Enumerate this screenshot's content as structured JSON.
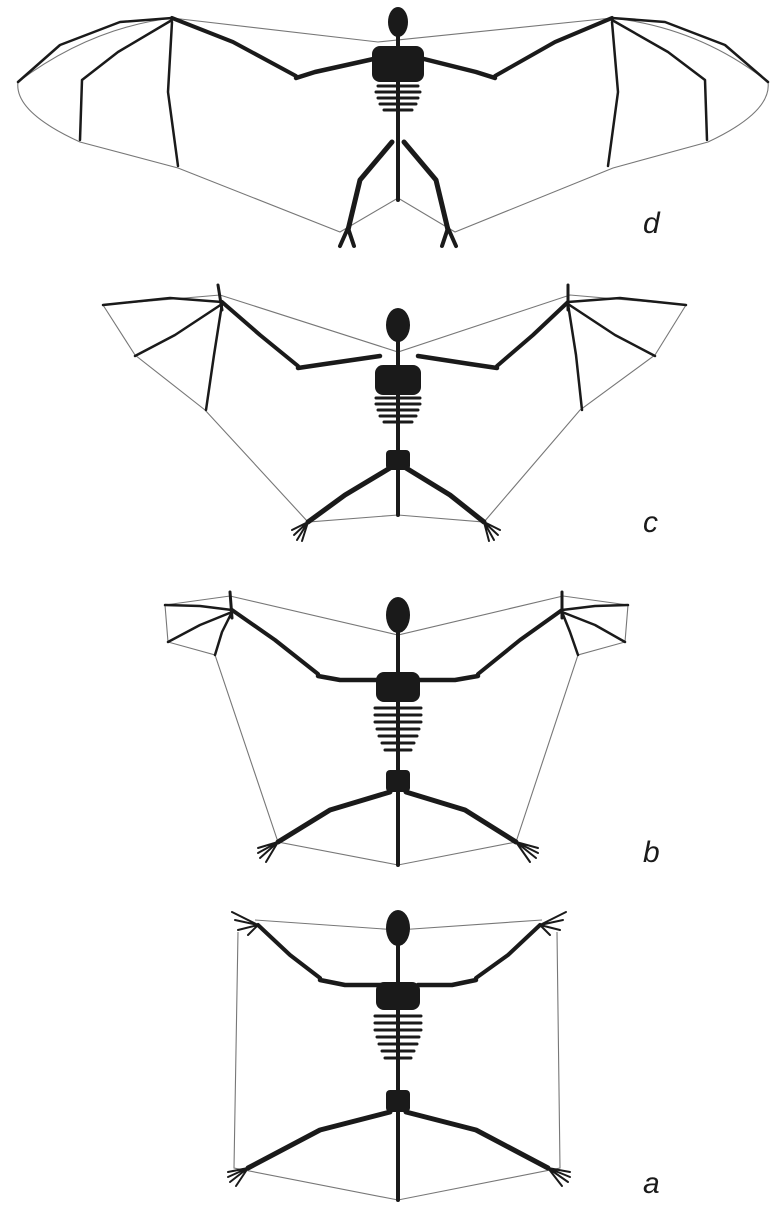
{
  "figure": {
    "panels": [
      {
        "id": "d",
        "label": "d"
      },
      {
        "id": "c",
        "label": "c"
      },
      {
        "id": "b",
        "label": "b"
      },
      {
        "id": "a",
        "label": "a"
      }
    ],
    "colors": {
      "bone": "#1a1a1a",
      "membrane": "#777777",
      "background": "#ffffff"
    }
  }
}
